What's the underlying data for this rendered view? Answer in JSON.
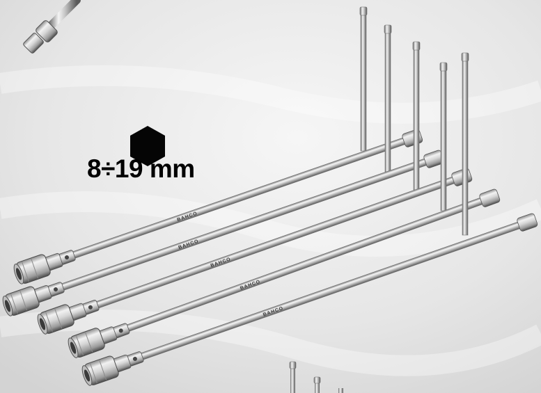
{
  "product": {
    "size_range": "8÷19 mm",
    "shape_icon": "hexagon-icon",
    "tool_count": 5,
    "tool_type": "t-handle-universal-joint-socket-wrench",
    "shaft_engraving": "BAHCO"
  },
  "colors": {
    "background": "#e9e9e9",
    "label_text": "#000000",
    "hexagon": "#050505",
    "chrome_light": "#f4f4f4",
    "chrome_mid": "#c4c4c4",
    "chrome_dark": "#6a6a6a"
  }
}
